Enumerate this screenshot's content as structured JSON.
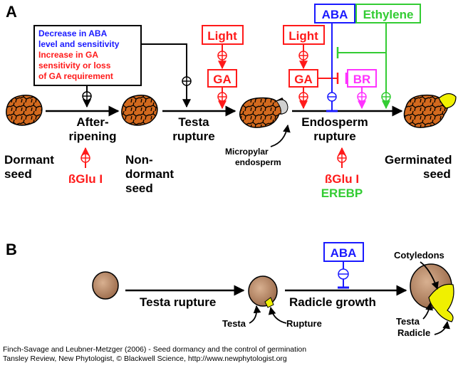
{
  "panel_a": {
    "label": "A",
    "box_text": {
      "line1": "Decrease in ABA",
      "line2": "level and sensitivity",
      "line3": "Increase in GA",
      "line4": "sensitivity or loss",
      "line5": "of GA requirement"
    },
    "stages": {
      "dormant": [
        "Dormant",
        "seed"
      ],
      "non_dormant": [
        "Non-",
        "dormant",
        "seed"
      ],
      "germinated": [
        "Germinated",
        "seed"
      ]
    },
    "processes": {
      "after_ripening": [
        "After-",
        "ripening"
      ],
      "testa_rupture": [
        "Testa",
        "rupture"
      ],
      "endosperm_rupture": [
        "Endosperm",
        "rupture"
      ]
    },
    "factors": {
      "light": "Light",
      "ga": "GA",
      "aba": "ABA",
      "ethylene": "Ethylene",
      "br": "BR",
      "bglu": "ßGlu I",
      "erebp": "EREBP"
    },
    "micropylar": [
      "Micropylar",
      "endosperm"
    ]
  },
  "panel_b": {
    "label": "B",
    "aba": "ABA",
    "testa_rupture": "Testa rupture",
    "radicle_growth": "Radicle growth",
    "cotyledons": "Cotyledons",
    "testa": "Testa",
    "rupture": "Rupture",
    "testa2": "Testa",
    "radicle": "Radicle"
  },
  "footer": {
    "line1": "Finch-Savage and Leubner-Metzger (2006) - Seed dormancy and the control of germination",
    "line2": "Tansley Review, New Phytologist, © Blackwell Science, http://www.newphytologist.org"
  },
  "colors": {
    "red": "#ff1a1a",
    "blue": "#1a1aff",
    "green": "#33cc33",
    "magenta": "#ff33ff",
    "seed_brown": "#d2691e",
    "seed_light": "#c8a080",
    "yellow": "#f0f000"
  }
}
